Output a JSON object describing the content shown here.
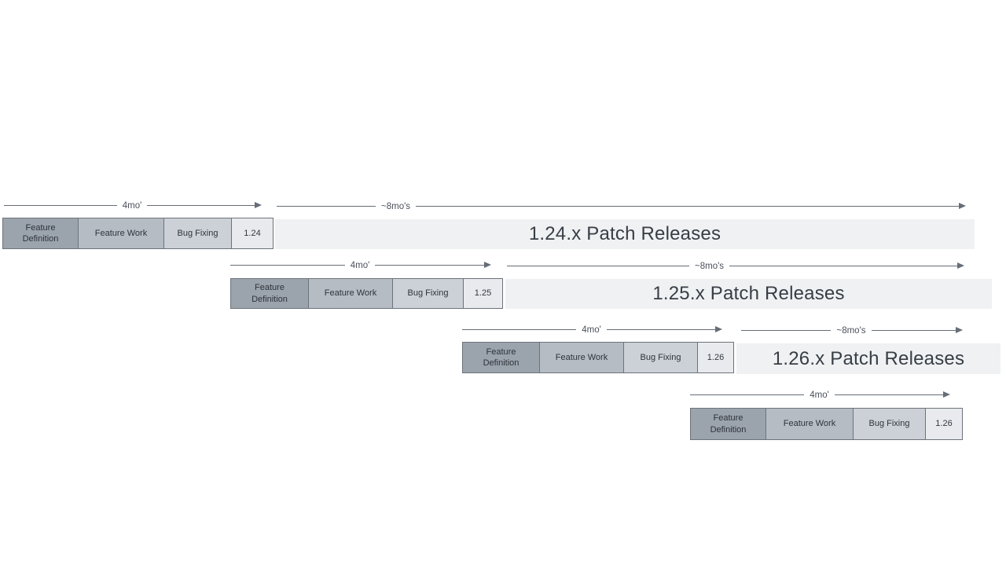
{
  "diagram": {
    "type": "release-cadence-timeline",
    "colors": {
      "feature_definition_fill": "#9ba3ad",
      "feature_work_fill": "#b6bcc4",
      "bug_fixing_fill": "#ccd1d7",
      "version_box_fill": "#e8eaed",
      "patch_bar_fill": "#eff1f3",
      "arrow": "#666d76",
      "box_border": "#6d737b",
      "text_dark": "#2e3338"
    },
    "rows": [
      {
        "version": "1.24",
        "cycle_duration": "4mo'",
        "patch_duration": "~8mo's",
        "phases": [
          "Feature Definition",
          "Feature Work",
          "Bug Fixing"
        ],
        "patch_text": "1.24.x Patch Releases"
      },
      {
        "version": "1.25",
        "cycle_duration": "4mo'",
        "patch_duration": "~8mo's",
        "phases": [
          "Feature Definition",
          "Feature Work",
          "Bug Fixing"
        ],
        "patch_text": "1.25.x Patch Releases"
      },
      {
        "version": "1.26",
        "cycle_duration": "4mo'",
        "patch_duration": "~8mo's",
        "phases": [
          "Feature Definition",
          "Feature Work",
          "Bug Fixing"
        ],
        "patch_text": "1.26.x Patch Releases"
      },
      {
        "version": "1.26",
        "cycle_duration": "4mo'",
        "phases": [
          "Feature Definition",
          "Feature Work",
          "Bug Fixing"
        ]
      }
    ]
  }
}
